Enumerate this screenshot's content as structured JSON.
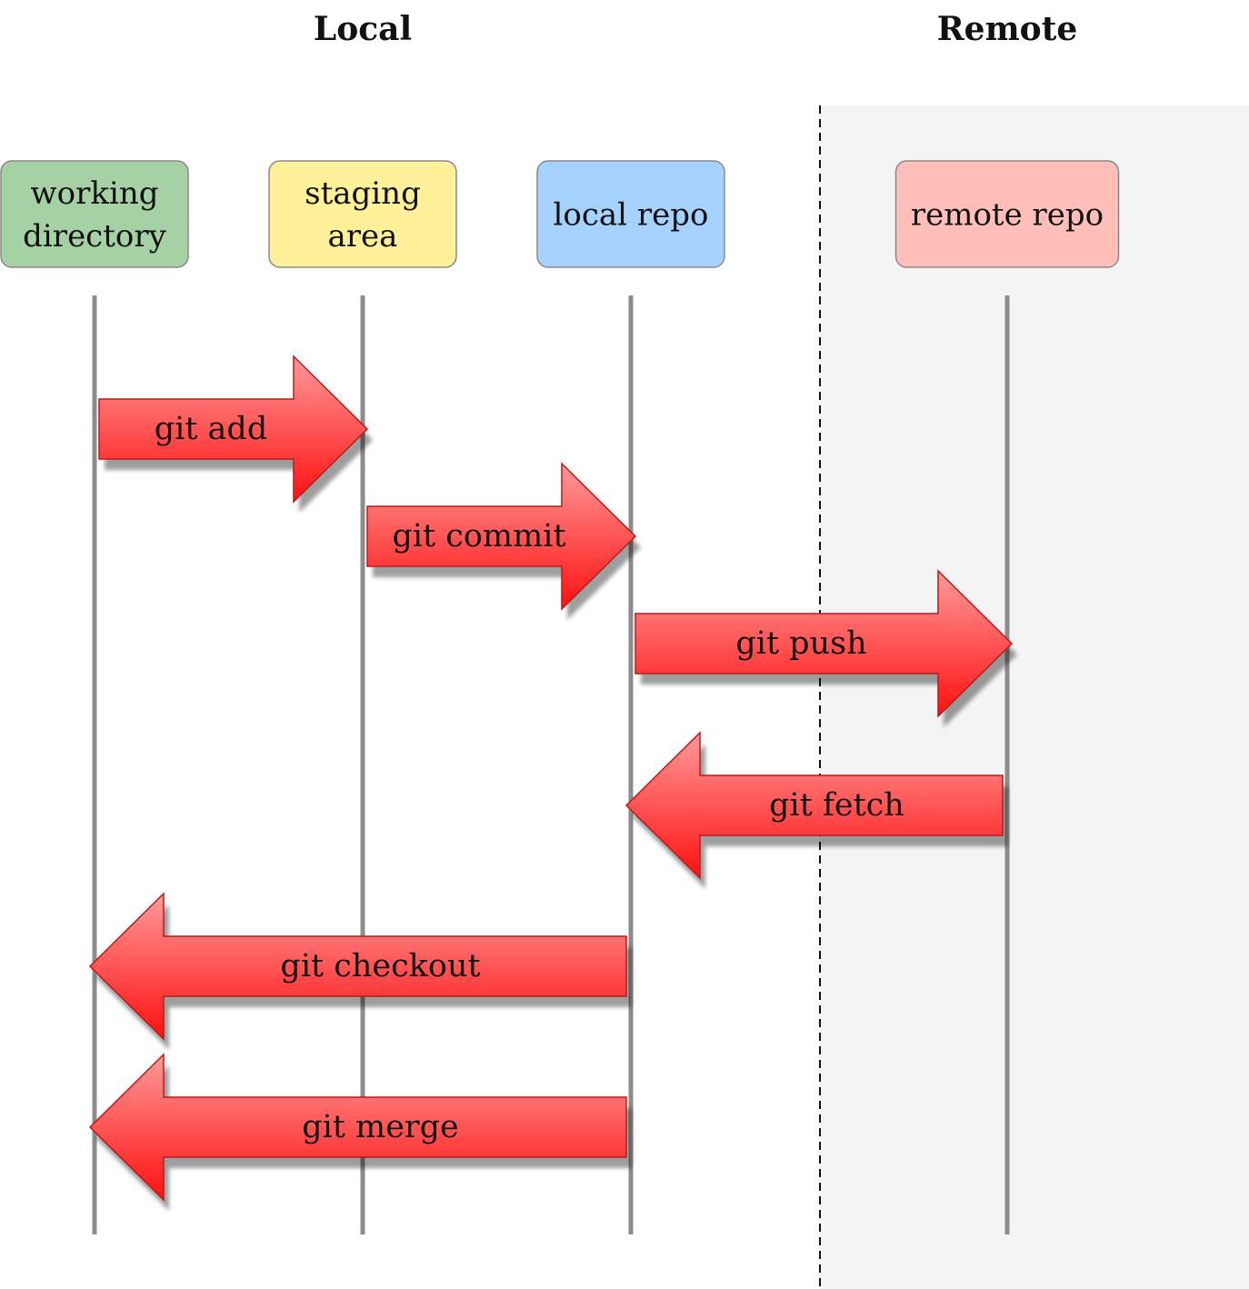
{
  "sections": {
    "local_title": "Local",
    "remote_title": "Remote"
  },
  "nodes": [
    {
      "id": "working",
      "lines": [
        "working",
        "directory"
      ],
      "fill": "#a5d1a5"
    },
    {
      "id": "staging",
      "lines": [
        "staging",
        "area"
      ],
      "fill": "#fff099"
    },
    {
      "id": "local",
      "lines": [
        "local repo"
      ],
      "fill": "#a5d2ff"
    },
    {
      "id": "remote",
      "lines": [
        "remote repo"
      ],
      "fill": "#ffbfb8"
    }
  ],
  "arrows": [
    {
      "label": "git add",
      "from": "working",
      "to": "staging"
    },
    {
      "label": "git commit",
      "from": "staging",
      "to": "local"
    },
    {
      "label": "git push",
      "from": "local",
      "to": "remote"
    },
    {
      "label": "git fetch",
      "from": "remote",
      "to": "local"
    },
    {
      "label": "git checkout",
      "from": "local",
      "to": "working"
    },
    {
      "label": "git merge",
      "from": "local",
      "to": "working"
    }
  ],
  "colors": {
    "arrow_light": "#ff9a9a",
    "arrow_dark": "#ff1010",
    "arrow_border": "#b81a1a",
    "lifeline": "#8c8c8c",
    "remote_zone": "#f4f4f4",
    "node_border": "#8a8a8a"
  }
}
